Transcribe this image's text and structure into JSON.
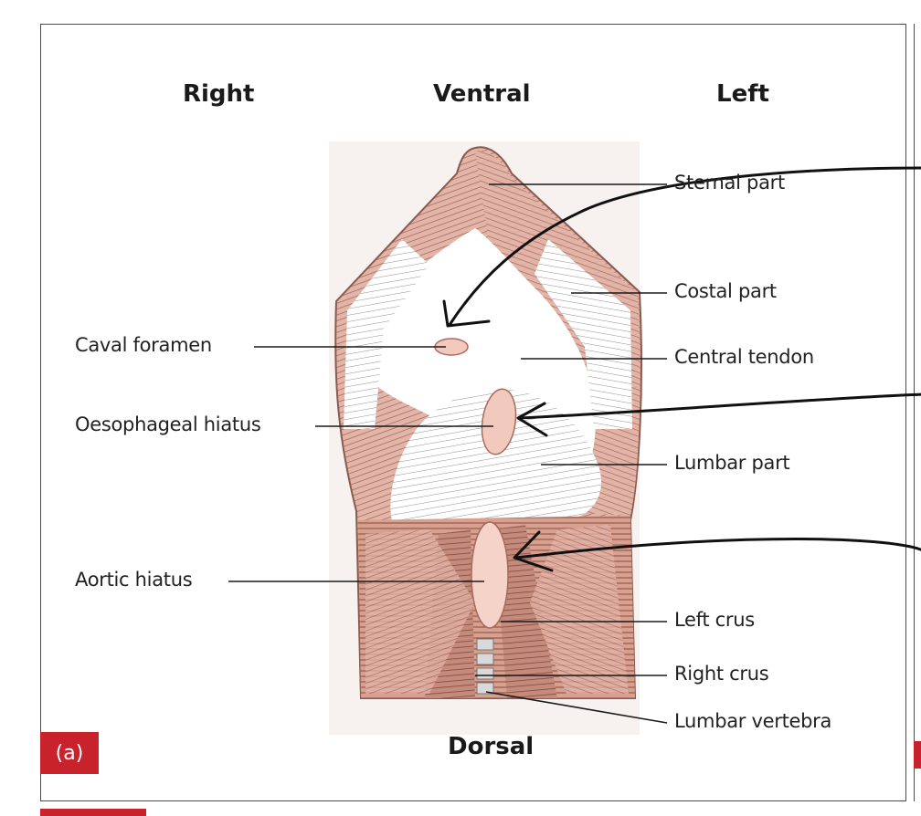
{
  "orientation": {
    "right": "Right",
    "ventral": "Ventral",
    "left": "Left",
    "dorsal": "Dorsal"
  },
  "labels_left": {
    "caval_foramen": "Caval foramen",
    "oesophageal_hiatus": "Oesophageal hiatus",
    "aortic_hiatus": "Aortic hiatus"
  },
  "labels_right": {
    "sternal_part": "Sternal part",
    "costal_part": "Costal part",
    "central_tendon": "Central tendon",
    "lumbar_part": "Lumbar part",
    "left_crus": "Left crus",
    "right_crus": "Right crus",
    "lumbar_vertebra": "Lumbar vertebra"
  },
  "panel_badge": "(a)",
  "colors": {
    "muscle": "#d9a193",
    "muscle_dark": "#a86a5c",
    "hiatus": "#f2c9bd",
    "annotation_ink": "#111111",
    "badge": "#c8232c"
  }
}
